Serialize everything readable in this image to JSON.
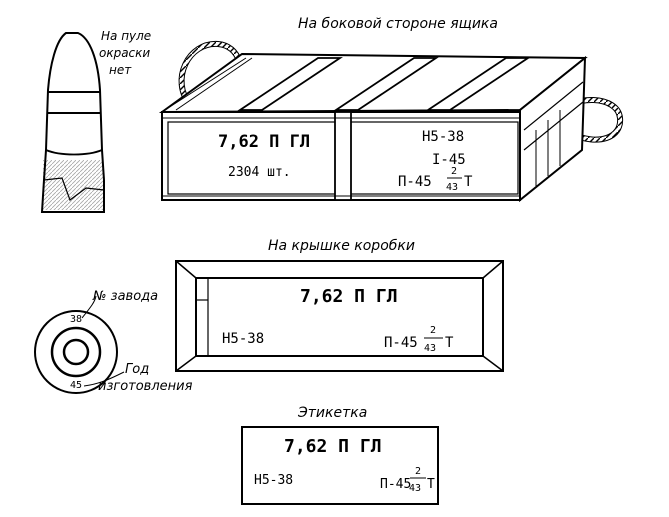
{
  "captions": {
    "box_side": "На боковой стороне ящика",
    "box_lid": "На крышке коробки",
    "label": "Этикетка",
    "bullet_note": [
      "На пуле",
      "окраски",
      "нет"
    ],
    "factory_no": "№ завода",
    "year": [
      "Год",
      "изготовления"
    ]
  },
  "box_side": {
    "left_title": "7,62 П ГЛ",
    "left_count": "2304 шт.",
    "right_line1": "Н5-38",
    "right_line2": "I-45",
    "right_line3_prefix": "П-45",
    "right_frac_num": "2",
    "right_frac_den": "43",
    "right_suffix": "Т"
  },
  "box_lid": {
    "title": "7,62 П ГЛ",
    "left_code": "Н5-38",
    "right_prefix": "П-45",
    "frac_num": "2",
    "frac_den": "43",
    "suffix": "Т"
  },
  "label": {
    "title": "7,62 П ГЛ",
    "left_code": "Н5-38",
    "right_prefix": "П-45",
    "frac_num": "2",
    "frac_den": "43",
    "suffix": "Т"
  },
  "headstamp": {
    "top_number": "38",
    "bottom_number": "45"
  }
}
